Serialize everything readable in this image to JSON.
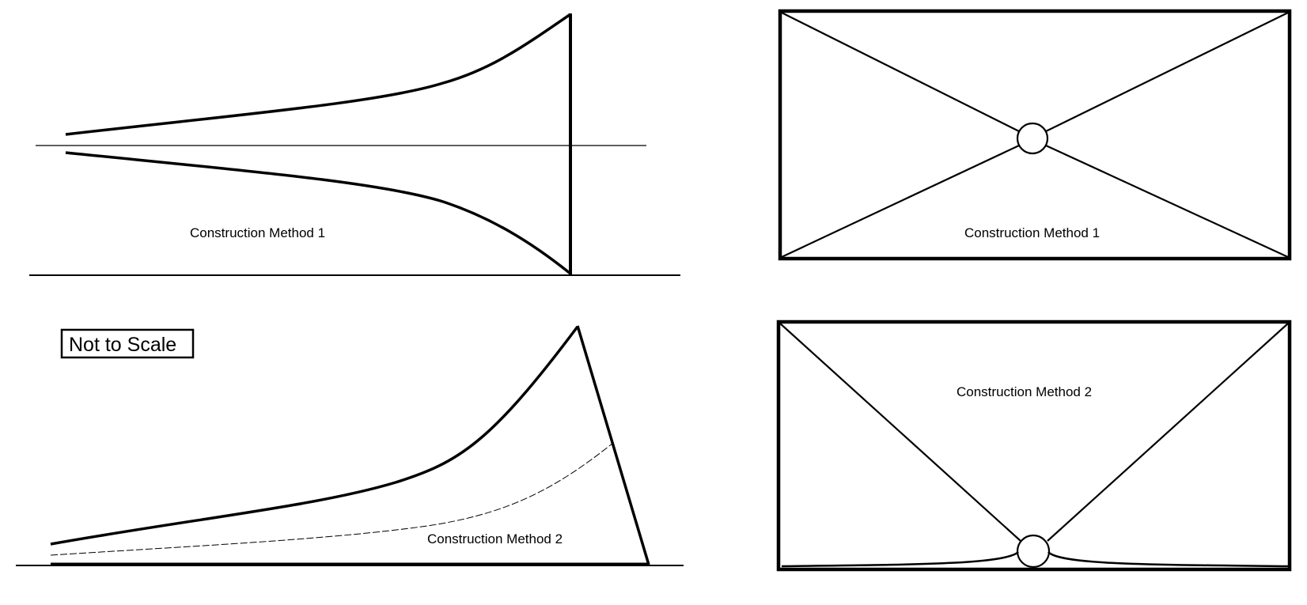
{
  "note": "Not to Scale",
  "panels": {
    "side_view_1": {
      "label": "Construction Method 1"
    },
    "front_view_1": {
      "label": "Construction Method 1"
    },
    "side_view_2": {
      "label": "Construction Method 2"
    },
    "front_view_2": {
      "label": "Construction Method 2"
    }
  },
  "colors": {
    "line": "#000000",
    "background": "#ffffff"
  }
}
